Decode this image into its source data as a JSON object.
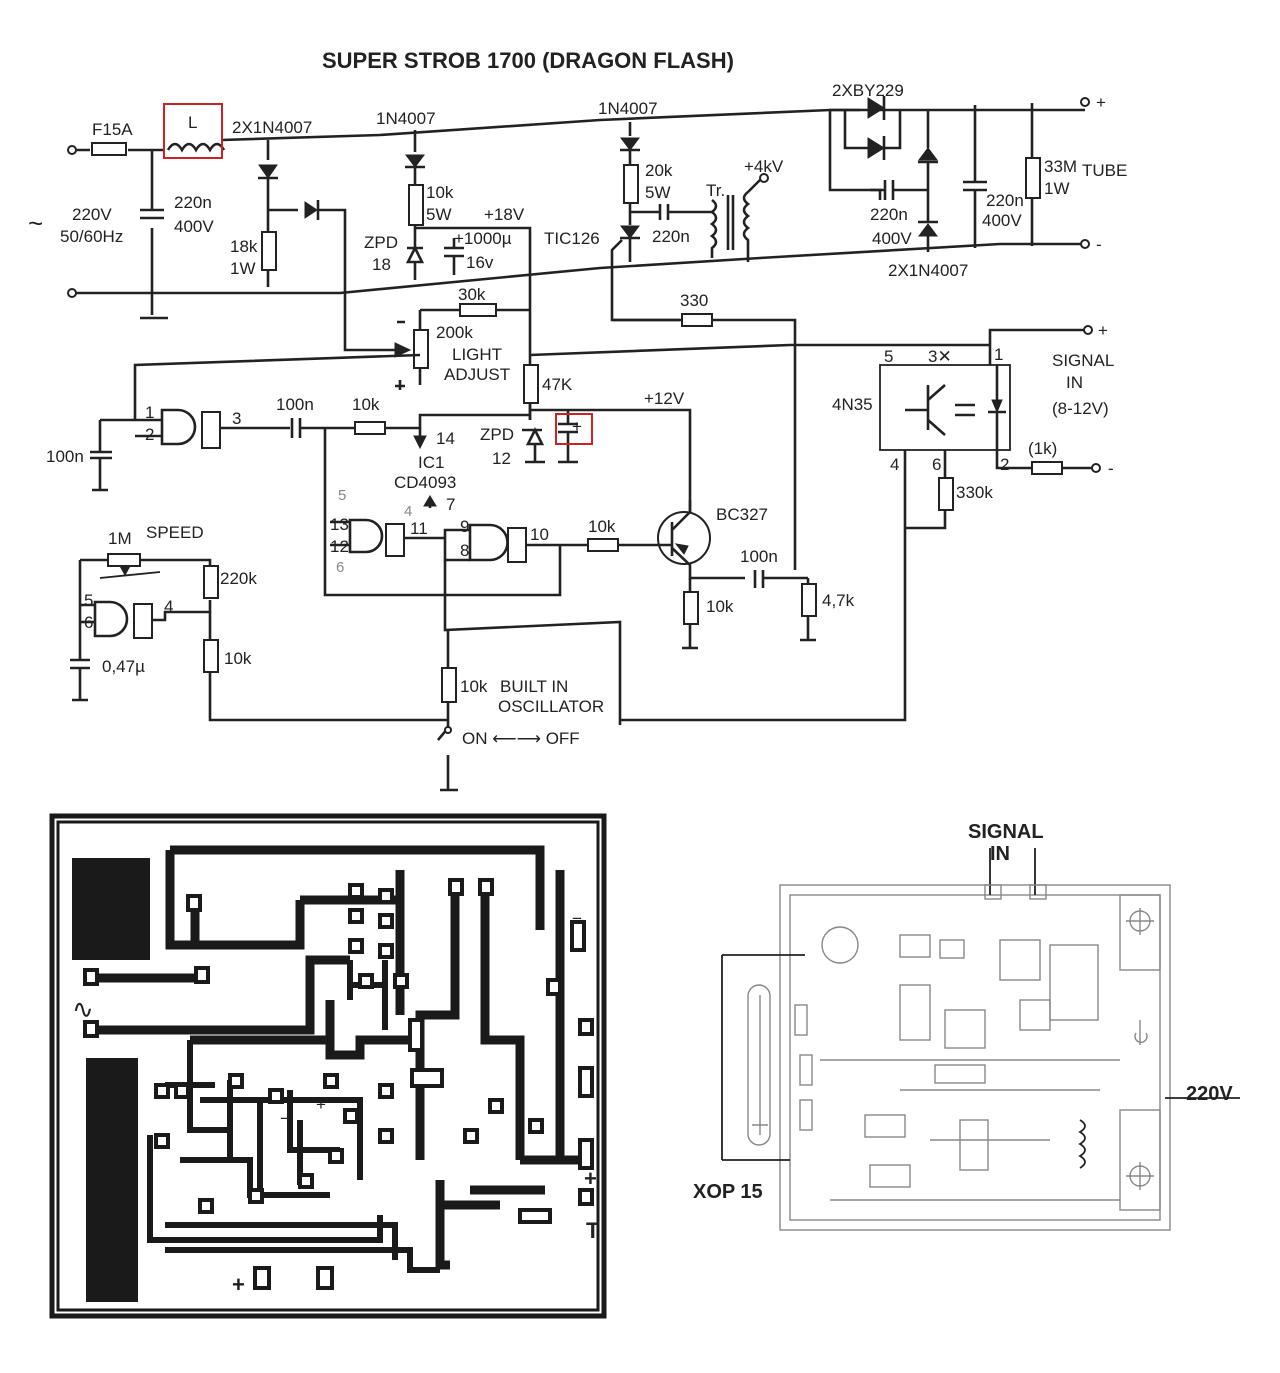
{
  "title": "SUPER STROB 1700  (DRAGON FLASH)",
  "labels": {
    "fuse": "F15A",
    "inductor": "L",
    "d_2x1n4007_in": "2X1N4007",
    "d1n4007_a": "1N4007",
    "d1n4007_b": "1N4007",
    "d2xby229": "2XBY229",
    "out_plus": "+",
    "out_minus": "-",
    "mains_v": "220V",
    "mains_hz": "50/60Hz",
    "mains_tilde": "~",
    "c220n_a": "220n",
    "c400v_a": "400V",
    "r18k": "18k",
    "r1w_a": "1W",
    "r10k5w_a": "10k",
    "r5w_a": "5W",
    "zpd18_a": "ZPD",
    "zpd18_b": "18",
    "plus18v": "+18V",
    "c1000u": "+1000µ",
    "c16v": "16v",
    "tic126": "TIC126",
    "r20k": "20k",
    "r5w_b": "5W",
    "c220n_b": "220n",
    "tr": "Tr.",
    "hv": "+4kV",
    "c220n_c": "220n",
    "c400v_c": "400V",
    "c220n_d": "220n",
    "c400v_d": "400V",
    "d_2x1n4007_out": "2X1N4007",
    "r33m": "33M",
    "r1w_b": "1W",
    "tube": "TUBE",
    "r30k": "30k",
    "r200k": "200k",
    "light": "LIGHT",
    "adjust": "ADJUST",
    "r330": "330",
    "r47k": "47K",
    "plus12v": "+12V",
    "c100n_in": "100n",
    "c100n_a": "100n",
    "r10k_a": "10k",
    "pin14": "14",
    "zpd12_a": "ZPD",
    "zpd12_b": "12",
    "ic1": "IC1",
    "cd4093": "CD4093",
    "pin7": "7",
    "pin1": "1",
    "pin2": "2",
    "pin3": "3",
    "pin13": "13",
    "pin12": "12",
    "pin11": "11",
    "pin9": "9",
    "pin8": "8",
    "pin10": "10",
    "pin5g": "5",
    "pin6g": "6",
    "pin4g": "4",
    "pencil5": "5",
    "pencil4": "4",
    "pencil6": "6",
    "r10k_b": "10k",
    "bc327": "BC327",
    "c100n_b": "100n",
    "r10k_c": "10k",
    "r4k7": "4,7k",
    "ic4n35": "4N35",
    "opto_5": "5",
    "opto_3x": "3✕",
    "opto_1": "1",
    "opto_4": "4",
    "opto_6": "6",
    "opto_2": "2",
    "signal": "SIGNAL",
    "in": "IN",
    "signal_range": "(8-12V)",
    "r1k": "(1k)",
    "r330k": "330k",
    "sig_plus": "+",
    "sig_minus": "-",
    "r1m": "1M",
    "speed": "SPEED",
    "r220k": "220k",
    "r10k_d": "10k",
    "c047": "0,47µ",
    "r10k_e": "10k",
    "built_in": "BUILT   IN",
    "oscillator": "OSCILLATOR",
    "on_off": "ON ⟵⟶ OFF",
    "pcb_plus_a": "+",
    "pcb_minus": "−",
    "pcb_plus_b": "+",
    "pcb_t": "T",
    "pcb_plus_c": "+",
    "pcb_plus_d": "+",
    "pcb_minus_b": "−",
    "ac_symbol": "∿",
    "comp_signal": "SIGNAL",
    "comp_in": "IN",
    "comp_220v": "220V",
    "comp_xop": "XOP 15"
  },
  "colors": {
    "ink": "#222222",
    "markup": "#cc2222",
    "paper": "#ffffff"
  }
}
